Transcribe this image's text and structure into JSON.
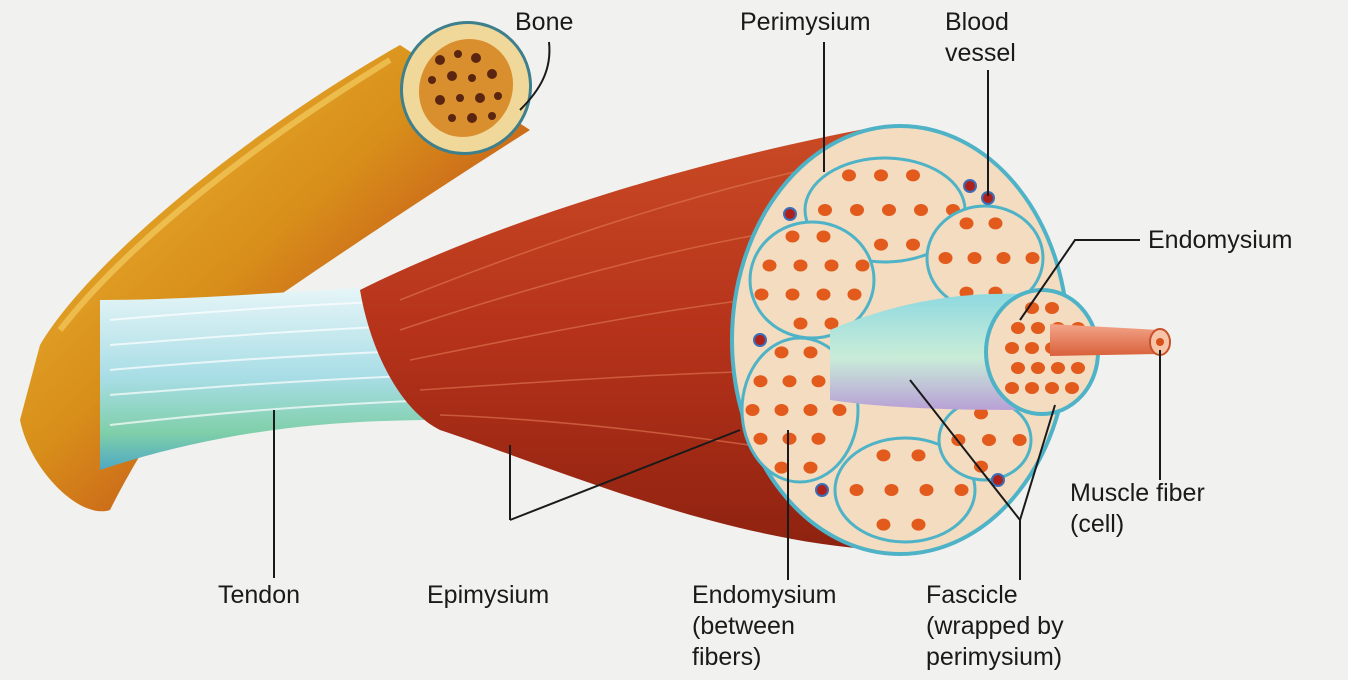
{
  "labels": {
    "bone": "Bone",
    "perimysium": "Perimysium",
    "blood_vessel": [
      "Blood",
      "vessel"
    ],
    "endomysium_top": "Endomysium",
    "muscle_fiber": [
      "Muscle fiber",
      "(cell)"
    ],
    "tendon": "Tendon",
    "epimysium": "Epimysium",
    "endomysium_bottom": [
      "Endomysium",
      "(between",
      "fibers)"
    ],
    "fascicle": [
      "Fascicle",
      "(wrapped by",
      "perimysium)"
    ]
  },
  "colors": {
    "background": "#f1f1ef",
    "bone": "#d9961c",
    "muscle": "#b8361a",
    "tendon": "#8fd0dc",
    "fiber": "#e25a1c",
    "connective_tissue": "#f3dcbf",
    "fascicle_sleeve": "#7fcfd8"
  }
}
